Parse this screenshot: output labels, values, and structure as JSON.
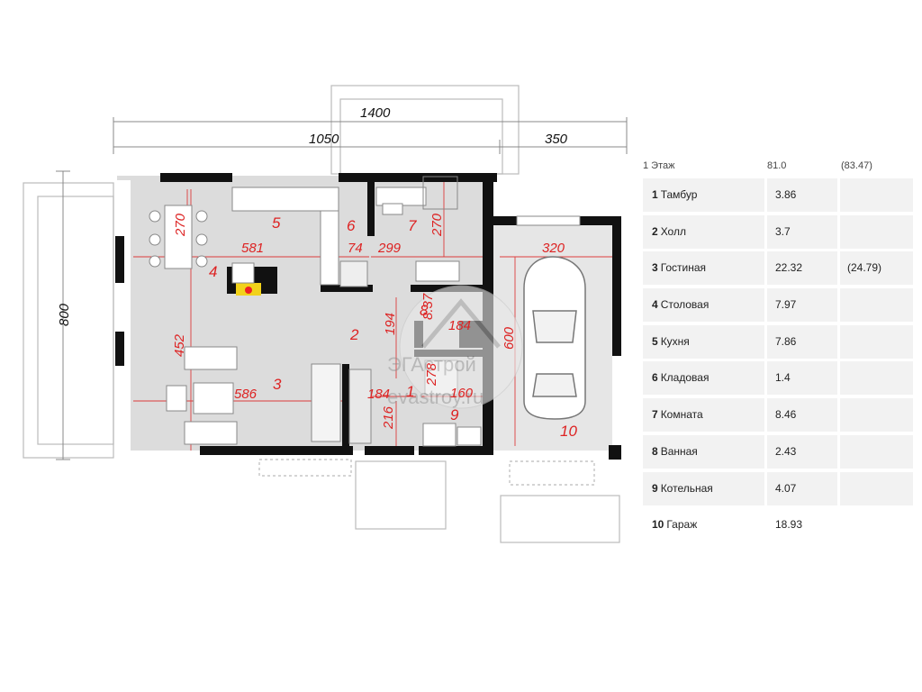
{
  "plan": {
    "overall_dims": {
      "top_total": "1400",
      "top_left": "1050",
      "top_right": "350",
      "left_height": "800"
    },
    "interior_dims": [
      "270",
      "581",
      "270",
      "299",
      "74",
      "320",
      "194",
      "8.37",
      "184",
      "600",
      "452",
      "586",
      "184",
      "278",
      "160",
      "216"
    ],
    "room_numbers": [
      "1",
      "2",
      "3",
      "4",
      "5",
      "6",
      "7",
      "8",
      "9",
      "10"
    ],
    "watermark": {
      "brand": "ЭГАстрой",
      "site": "evastroy.ru"
    }
  },
  "areas": {
    "header": {
      "label": "1 Этаж",
      "total": "81.0",
      "total_alt": "(83.47)"
    },
    "rooms": [
      {
        "num": "1",
        "name": "Тамбур",
        "area": "3.86",
        "area_alt": ""
      },
      {
        "num": "2",
        "name": "Холл",
        "area": "3.7",
        "area_alt": ""
      },
      {
        "num": "3",
        "name": "Гостиная",
        "area": "22.32",
        "area_alt": "(24.79)"
      },
      {
        "num": "4",
        "name": "Столовая",
        "area": "7.97",
        "area_alt": ""
      },
      {
        "num": "5",
        "name": "Кухня",
        "area": "7.86",
        "area_alt": ""
      },
      {
        "num": "6",
        "name": "Кладовая",
        "area": "1.4",
        "area_alt": ""
      },
      {
        "num": "7",
        "name": "Комната",
        "area": "8.46",
        "area_alt": ""
      },
      {
        "num": "8",
        "name": "Ванная",
        "area": "2.43",
        "area_alt": ""
      },
      {
        "num": "9",
        "name": "Котельная",
        "area": "4.07",
        "area_alt": ""
      },
      {
        "num": "10",
        "name": "Гараж",
        "area": "18.93",
        "area_alt": ""
      }
    ]
  },
  "colors": {
    "wall": "#111111",
    "floor": "#dcdcdc",
    "dimension": "#dd2222",
    "outline": "#bbbbbb"
  }
}
